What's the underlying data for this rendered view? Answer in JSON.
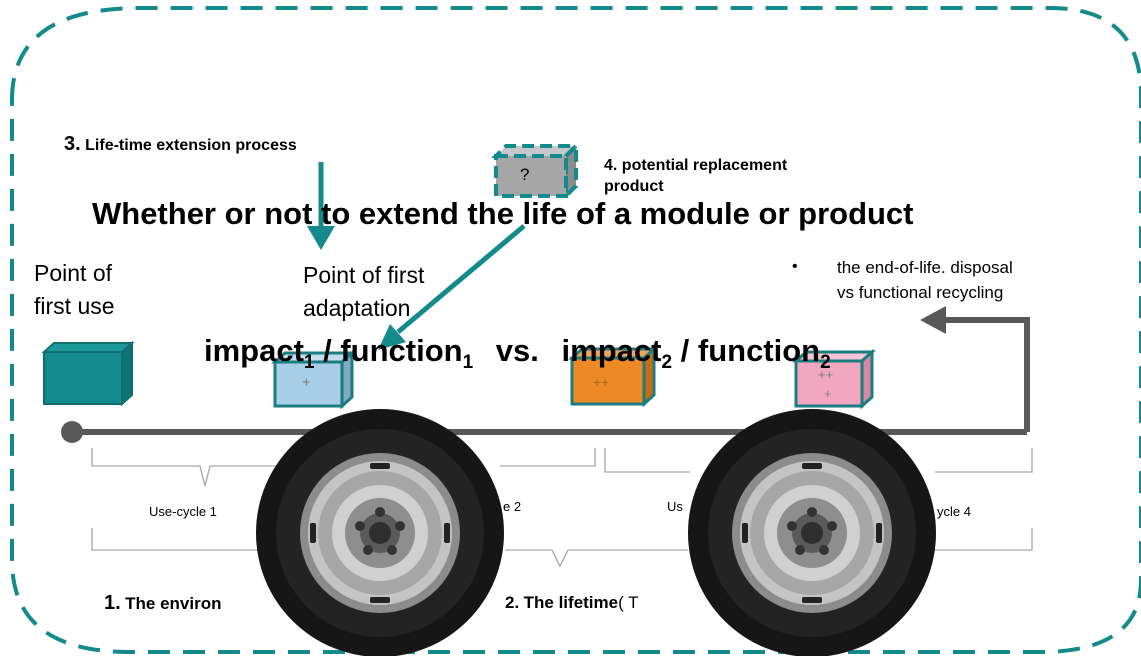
{
  "steps": {
    "step3_num": "3.",
    "step3_text": "Life-time extension process",
    "step4_num": "4.",
    "step4_line1": "potential replacement",
    "step4_line2": "product",
    "step1_num": "1.",
    "step1_text": "The environ",
    "step2_num": "2.",
    "step2_text": "The lifetime",
    "step2_paren": "( T"
  },
  "headline": "Whether or not to extend the life of a module or product",
  "comparison": {
    "left_impact": "impact",
    "left_sub1": "1",
    "left_function": " / function",
    "left_sub2": "1",
    "vs": "vs.",
    "right_impact": "impact",
    "right_sub1": "2",
    "right_function": " / function",
    "right_sub2": "2"
  },
  "points": {
    "first_use_line1": "Point of",
    "first_use_line2": "first use",
    "first_adapt_line1": "Point of first",
    "first_adapt_line2": "adaptation"
  },
  "end_of_life": {
    "bullet": "•",
    "line1": "the end-of-life. disposal",
    "line2": "vs functional recycling"
  },
  "boxes": {
    "replacement": "?",
    "box2": "+",
    "box3": "++",
    "box4_top": "++",
    "box4_bottom": "+"
  },
  "cycles": {
    "c1": "Use-cycle 1",
    "c2": "e 2",
    "c3": "Us",
    "c4": "ycle 4"
  },
  "colors": {
    "teal": "#138a8c",
    "teal_dark": "#0f6f70",
    "box_blue": "#a9cfe8",
    "box_orange": "#ee8a25",
    "box_pink": "#f2a7c1",
    "box_gray": "#a6a6a6",
    "timeline": "#595959",
    "brace": "#a6a6a6"
  }
}
